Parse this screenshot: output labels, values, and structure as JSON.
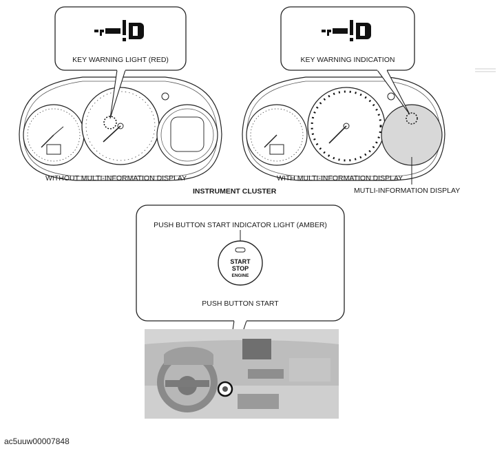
{
  "callouts": {
    "left": {
      "label": "KEY WARNING LIGHT (RED)",
      "icon": "key-warning-icon"
    },
    "right": {
      "label": "KEY WARNING INDICATION",
      "icon": "key-warning-icon"
    }
  },
  "cluster": {
    "left_caption": "WITHOUT MULTI-INFORMATION DISPLAY",
    "right_caption": "WITH MULTI-INFORMATION DISPLAY",
    "display_caption": "MUTLI-INFORMATION DISPLAY",
    "section_title": "INSTRUMENT CLUSTER"
  },
  "push_button": {
    "indicator_label": "PUSH BUTTON START INDICATOR LIGHT (AMBER)",
    "button_line1": "START",
    "button_line2": "STOP",
    "button_line3": "ENGINE",
    "caption": "PUSH BUTTON START"
  },
  "figure_id": "ac5uuw00007848"
}
